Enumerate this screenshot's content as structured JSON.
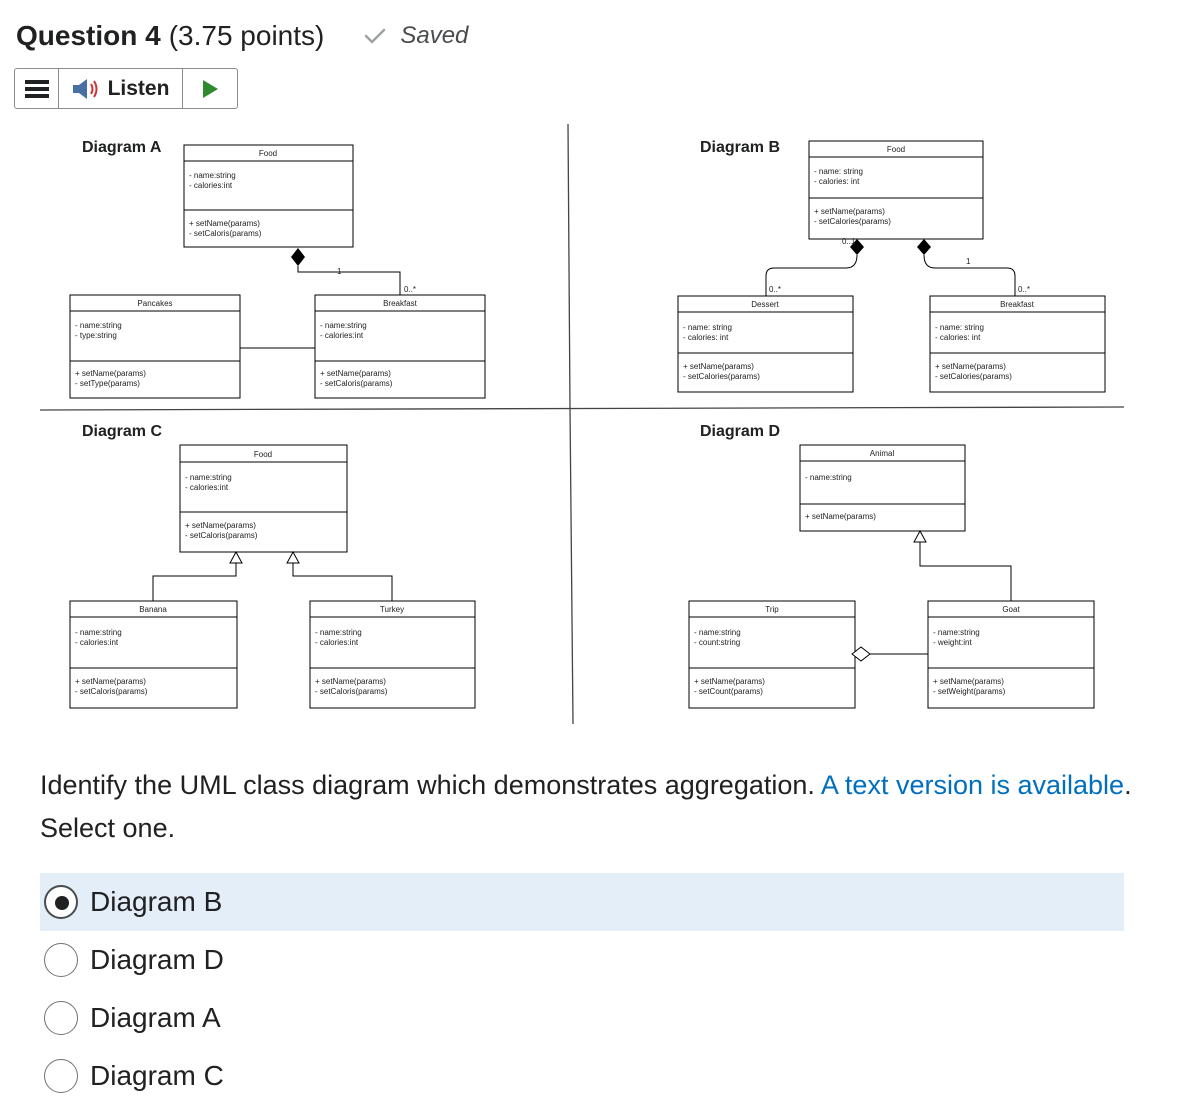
{
  "question": {
    "title": "Question 4",
    "points": "(3.75 points)",
    "saved_label": "Saved"
  },
  "toolbar": {
    "listen_label": "Listen"
  },
  "diagrams": {
    "A": {
      "label": "Diagram A",
      "food": {
        "name": "Food",
        "attrs": [
          "- name:string",
          "- calories:int"
        ],
        "ops": [
          "+ setName(params)",
          "- setCaloris(params)"
        ]
      },
      "pancakes": {
        "name": "Pancakes",
        "attrs": [
          "- name:string",
          "- type:string"
        ],
        "ops": [
          "+ setName(params)",
          "- setType(params)"
        ]
      },
      "breakfast": {
        "name": "Breakfast",
        "attrs": [
          "- name:string",
          "- calories:int"
        ],
        "ops": [
          "+ setName(params)",
          "- setCaloris(params)"
        ]
      },
      "mult_one": "1",
      "mult_many": "0..*"
    },
    "B": {
      "label": "Diagram B",
      "food": {
        "name": "Food",
        "attrs": [
          "- name: string",
          "- calories: int"
        ],
        "ops": [
          "+ setName(params)",
          "- setCalories(params)"
        ]
      },
      "dessert": {
        "name": "Dessert",
        "attrs": [
          "- name: string",
          "- calories: int"
        ],
        "ops": [
          "+ setName(params)",
          "- setCalories(params)"
        ]
      },
      "breakfast": {
        "name": "Breakfast",
        "attrs": [
          "- name: string",
          "- calories: int"
        ],
        "ops": [
          "+ setName(params)",
          "- setCalories(params)"
        ]
      },
      "mult_one_left": "0..1",
      "mult_one_right": "1",
      "mult_many_left": "0..*",
      "mult_many_right": "0..*"
    },
    "C": {
      "label": "Diagram C",
      "food": {
        "name": "Food",
        "attrs": [
          "- name:string",
          "- calories:int"
        ],
        "ops": [
          "+ setName(params)",
          "- setCaloris(params)"
        ]
      },
      "banana": {
        "name": "Banana",
        "attrs": [
          "- name:string",
          "- calories:int"
        ],
        "ops": [
          "+ setName(params)",
          "- setCaloris(params)"
        ]
      },
      "turkey": {
        "name": "Turkey",
        "attrs": [
          "- name:string",
          "- calories:int"
        ],
        "ops": [
          "+ setName(params)",
          "- setCaloris(params)"
        ]
      }
    },
    "D": {
      "label": "Diagram D",
      "animal": {
        "name": "Animal",
        "attrs": [
          "- name:string"
        ],
        "ops": [
          "+ setName(params)"
        ]
      },
      "trip": {
        "name": "Trip",
        "attrs": [
          "- name:string",
          "- count:string"
        ],
        "ops": [
          "+ setName(params)",
          "- setCount(params)"
        ]
      },
      "goat": {
        "name": "Goat",
        "attrs": [
          "- name:string",
          "- weight:int"
        ],
        "ops": [
          "+ setName(params)",
          "- setWeight(params)"
        ]
      }
    }
  },
  "prompt": {
    "text_before": "Identify the UML class diagram which demonstrates aggregation. ",
    "link_text": "A text version is available",
    "text_after": ". Select one."
  },
  "options": [
    {
      "label": "Diagram B",
      "selected": true
    },
    {
      "label": "Diagram D",
      "selected": false
    },
    {
      "label": "Diagram A",
      "selected": false
    },
    {
      "label": "Diagram C",
      "selected": false
    }
  ],
  "colors": {
    "link": "#006fbf",
    "selected_bg": "#e3eef8",
    "play_green": "#2f8a2f",
    "speaker_blue": "#4a6fa5",
    "speaker_red": "#cc3333"
  }
}
